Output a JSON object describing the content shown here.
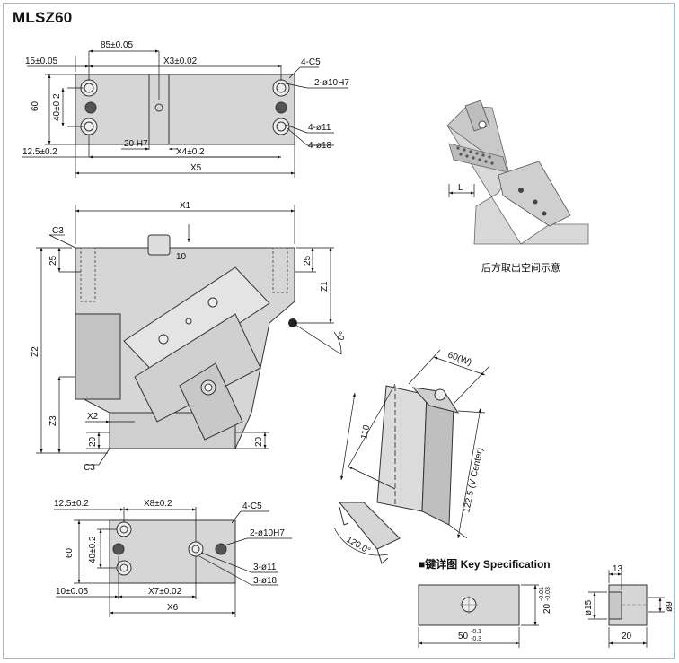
{
  "title": "MLSZ60",
  "top_view": {
    "labels": [
      "15±0.05",
      "85±0.05",
      "X3±0.02",
      "4-C5",
      "2-ø10H7",
      "60",
      "40±0.2",
      "4-ø11",
      "4-ø18",
      "20 H7",
      "12.5±0.2",
      "X4±0.2",
      "X5"
    ]
  },
  "side_view": {
    "labels": [
      "X1",
      "C3",
      "25",
      "10",
      "25",
      "Z1",
      "0°",
      "Z2",
      "X2",
      "Z3",
      "20",
      "20",
      "C3"
    ]
  },
  "rear_view": {
    "caption": "后方取出空间示意",
    "labels": [
      "L"
    ]
  },
  "bottom_view": {
    "labels": [
      "12.5±0.2",
      "X8±0.2",
      "4-C5",
      "60",
      "40±0.2",
      "2-ø10H7",
      "3-ø11",
      "3-ø18",
      "10±0.05",
      "X7±0.02",
      "X6"
    ]
  },
  "iso_view": {
    "labels": [
      "60(W)",
      "110",
      "122.5 (V Center)",
      "120.0°"
    ]
  },
  "key_spec": {
    "heading": "■键详图 Key Specification",
    "front_labels": [
      "20",
      "-0.01",
      "-0.03",
      "50",
      "-0.1",
      "-0.3"
    ],
    "side_labels": [
      "13",
      "ø15",
      "ø9",
      "20"
    ]
  }
}
